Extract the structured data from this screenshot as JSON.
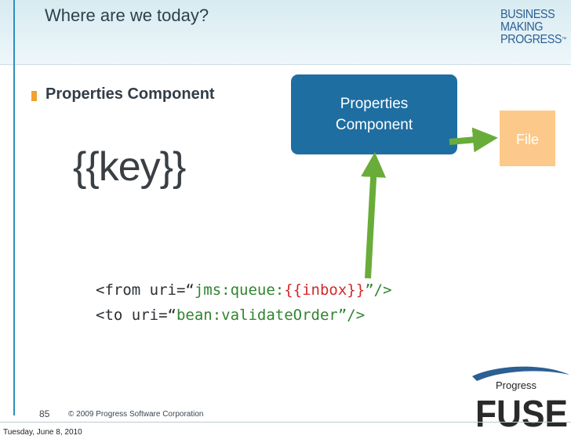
{
  "slide": {
    "title": "Where are we today?",
    "brand_lines": [
      "BUSINESS",
      "MAKING",
      "PROGRESS"
    ],
    "brand_tm": "™",
    "bullet": "Properties Component",
    "key_text": "{{key}}",
    "diagram": {
      "component_line1": "Properties",
      "component_line2": "Component",
      "file_label": "File",
      "colors": {
        "component": "#1e6ea1",
        "file": "#fcc98a",
        "arrow": "#6aac3a"
      }
    },
    "code": {
      "line1": {
        "prefix": "<from uri=“",
        "value": "jms:queue:",
        "placeholder": "{{inbox}}",
        "suffix": "”/>"
      },
      "line2": {
        "prefix": "<to uri=“",
        "value": "bean:validateOrder",
        "suffix": "”/>"
      }
    },
    "footer": {
      "page_number": "85",
      "copyright": "© 2009 Progress Software Corporation",
      "date": "Tuesday, June 8, 2010"
    },
    "logo": {
      "small": "Progress",
      "large": "FUSE"
    }
  }
}
